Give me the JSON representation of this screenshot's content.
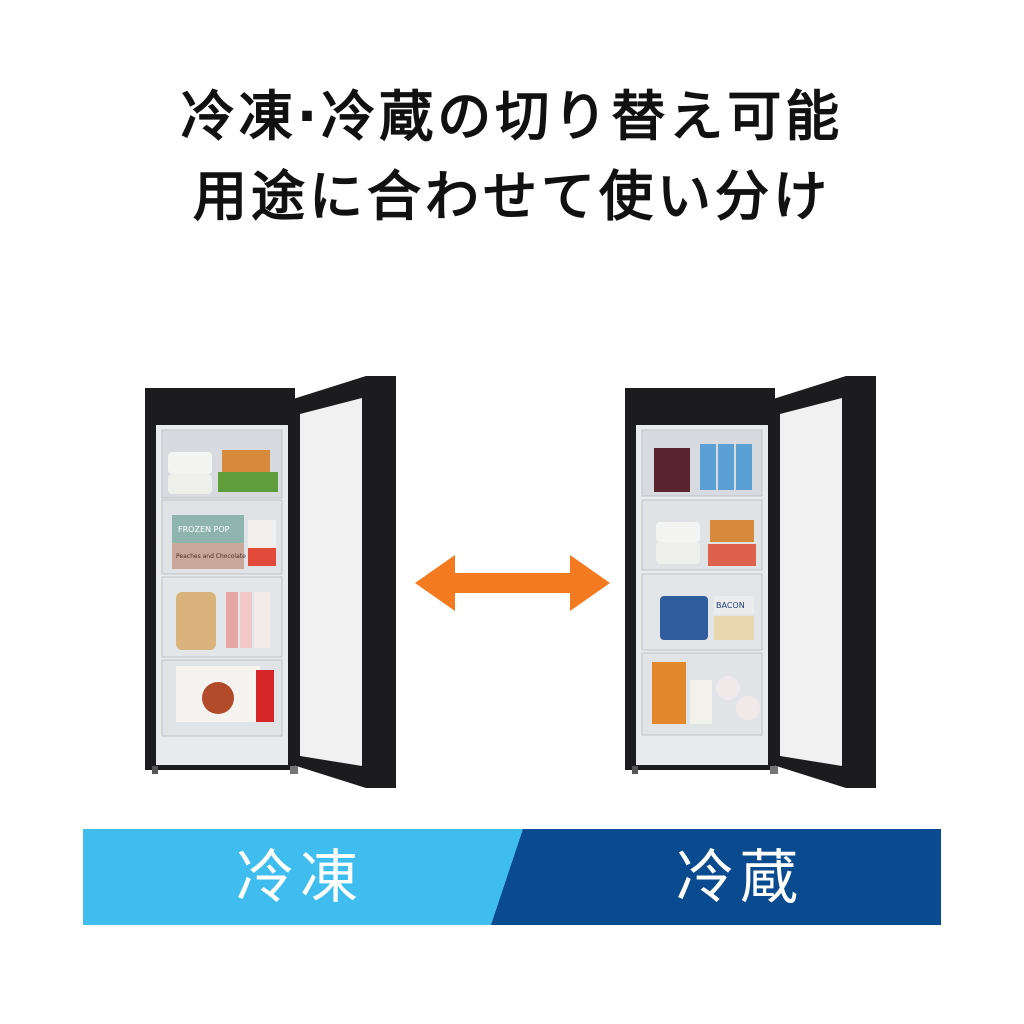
{
  "headline": {
    "line1": "冷凍·冷蔵の切り替え可能",
    "line2": "用途に合わせて使い分け"
  },
  "fridges": {
    "left": {
      "mode": "freezer",
      "package_text": [
        "FROZEN POP",
        "Peaches and Chocolate"
      ]
    },
    "right": {
      "mode": "refrigerator",
      "package_text": [
        "BACON"
      ]
    }
  },
  "arrow": {
    "icon": "double-arrow-icon",
    "color": "#f47a20"
  },
  "mode_bar": {
    "left_label": "冷凍",
    "right_label": "冷蔵",
    "left_color": "#3fbdee",
    "right_color": "#0a4a8f"
  }
}
